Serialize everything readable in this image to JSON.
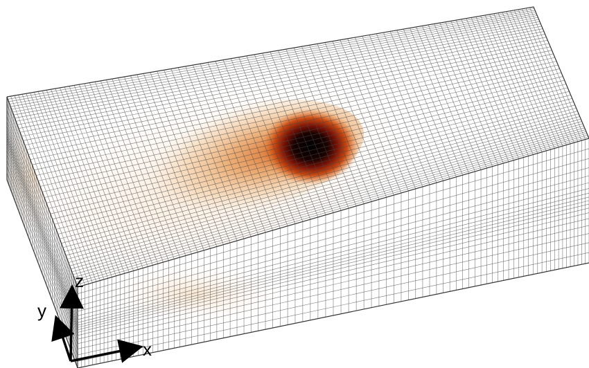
{
  "axes": {
    "x_label": "x",
    "y_label": "y",
    "z_label": "z"
  },
  "colors": {
    "mesh_line": "#4a4a4a",
    "background": "#ffffff",
    "heat_core": "#0a0000",
    "heat_mid": "#c0400a",
    "heat_outer": "#f3d7b6"
  },
  "mesh": {
    "top_divisions_long": 90,
    "top_divisions_short": 48,
    "side_divisions_vertical": 18
  }
}
